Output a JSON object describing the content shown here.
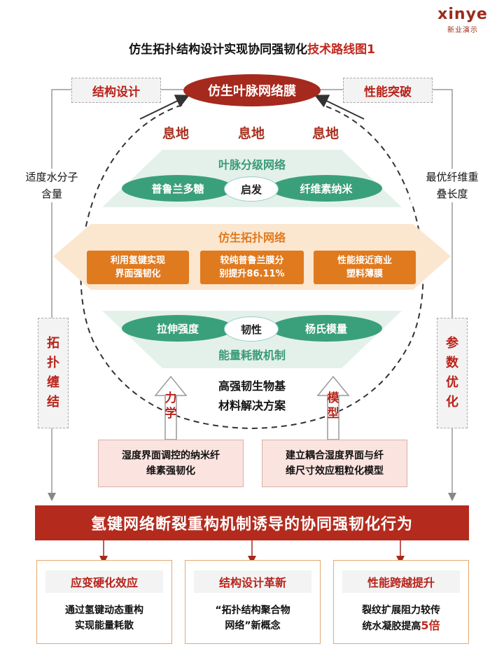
{
  "logo": {
    "word": "xinye",
    "sub": "新业演示"
  },
  "title": {
    "main": "仿生拓扑结构设计实现协同强韧化",
    "highlight": "技术路线图1"
  },
  "top": {
    "left_box": "结构设计",
    "center_pill": "仿生叶脉网络膜",
    "right_box": "性能突破"
  },
  "xidi": [
    "息地",
    "息地",
    "息地"
  ],
  "left_side": {
    "line1": "适度水分子",
    "line2": "含量",
    "vertical": [
      "拓",
      "扑",
      "缠",
      "结"
    ]
  },
  "right_side": {
    "line1": "最优纤维重",
    "line2": "叠长度",
    "vertical": [
      "参",
      "数",
      "优",
      "化"
    ]
  },
  "band1": {
    "label": "叶脉分级网络",
    "left": "普鲁兰多糖",
    "center": "启发",
    "right": "纤维素纳米"
  },
  "band2": {
    "label": "仿生拓扑网络",
    "boxes": [
      {
        "line1": "利用氢键实现",
        "line2": "界面强韧化"
      },
      {
        "line1": "较纯普鲁兰膜分",
        "line2": "别提升86.11%"
      },
      {
        "line1": "性能接近商业",
        "line2": "塑料薄膜"
      }
    ]
  },
  "band3": {
    "label": "能量耗散机制",
    "left": "拉伸强度",
    "center": "韧性",
    "right": "杨氏模量"
  },
  "solution": {
    "line1": "高强韧生物基",
    "line2": "材料解决方案"
  },
  "arrows": {
    "left": [
      "力",
      "学"
    ],
    "right": [
      "模",
      "型"
    ]
  },
  "pink_boxes": [
    {
      "line1": "湿度界面调控的纳米纤",
      "line2": "维素强韧化"
    },
    {
      "line1": "建立耦合湿度界面与纤",
      "line2": "维尺寸效应粗粒化模型"
    }
  ],
  "banner": "氢键网络断裂重构机制诱导的协同强韧化行为",
  "bottom": [
    {
      "head": "应变硬化效应",
      "line1": "通过氢键动态重构",
      "line2": "实现能量耗散"
    },
    {
      "head": "结构设计革新",
      "line1": "“拓扑结构聚合物",
      "line2": "网络”新概念"
    },
    {
      "head": "性能跨越提升",
      "line1": "裂纹扩展阻力较传",
      "line2_pre": "统水凝胶提高",
      "line2_em": "5倍"
    }
  ],
  "colors": {
    "brand_red": "#a6291e",
    "green": "#3aa07c",
    "orange": "#e07a1f",
    "pink": "#fbe3df"
  }
}
